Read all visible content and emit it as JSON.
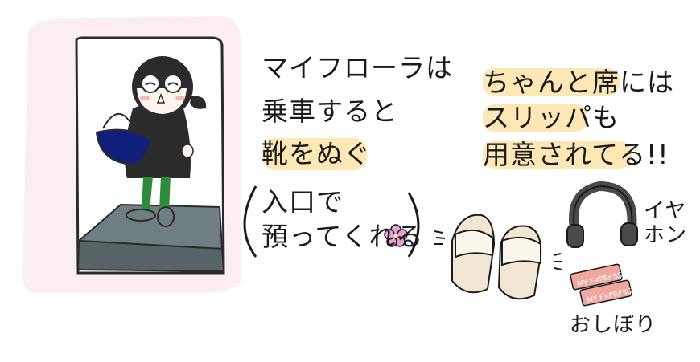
{
  "text": {
    "left_line1": "マイフローラは",
    "left_line2": "乗車すると",
    "left_line3": "靴をぬぐ",
    "left_line4": "入口で",
    "left_line5": "預ってくれる",
    "right_line1": "ちゃんと席には",
    "right_line2": "スリッパも",
    "right_line3": "用意されてる!!",
    "earphone_label_1": "イヤ",
    "earphone_label_2": "ホン",
    "towel_label": "おしぼり",
    "towel_print": "MY EXPRESS"
  },
  "colors": {
    "wall_pink": "#fbeef2",
    "highlight": "#fde7b5",
    "floor_gray": "#6f7e82",
    "floor_dark": "#566468",
    "coat_black": "#2b2b2b",
    "bag_blue": "#10207a",
    "leg_green": "#2f8a3a",
    "slipper": "#f1e6d2",
    "earphone_gray": "#4a4a4a",
    "towel_pink": "#f1a6a0",
    "flower_pink": "#e7a0d6"
  },
  "icons": [
    "person-illustration",
    "slippers-icon",
    "earphones-icon",
    "towel-icon",
    "flower-icon"
  ]
}
